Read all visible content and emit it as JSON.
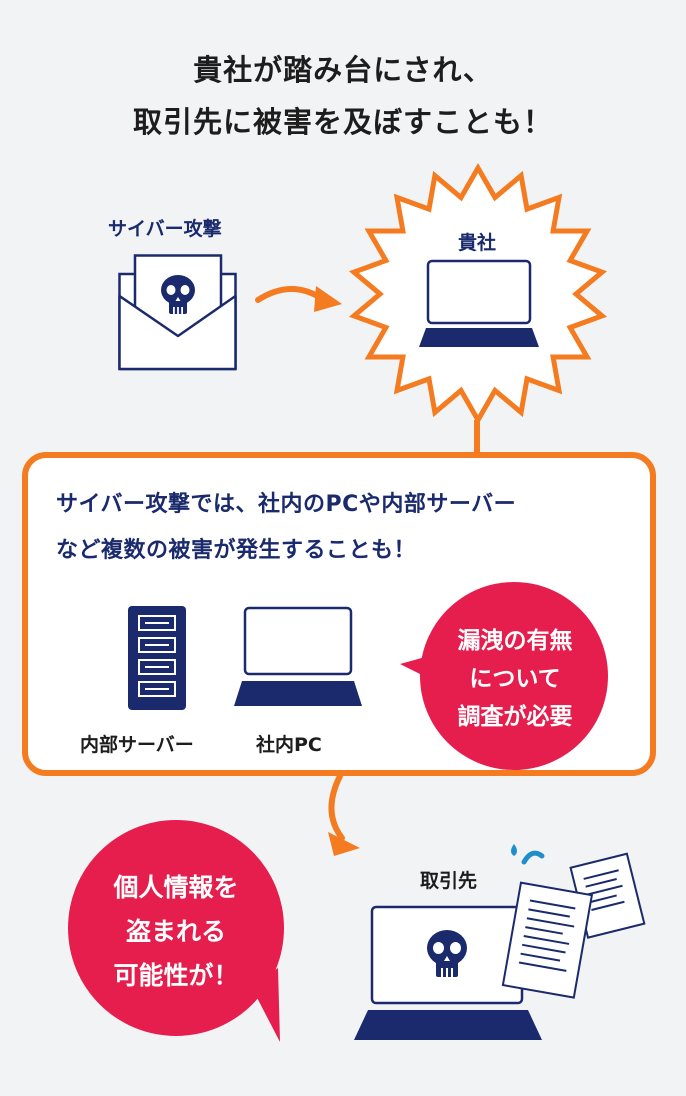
{
  "title": {
    "line1": "貴社が踏み台にされ、",
    "line2": "取引先に被害を及ぼすことも！"
  },
  "attack": {
    "label": "サイバー攻撃"
  },
  "company": {
    "label": "貴社"
  },
  "info_box": {
    "line1": "サイバー攻撃では、社内のPCや内部サーバー",
    "line2": "など複数の被害が発生することも！",
    "server_label": "内部サーバー",
    "pc_label": "社内PC"
  },
  "leak_bubble": {
    "line1": "漏洩の有無",
    "line2": "について",
    "line3": "調査が必要"
  },
  "partner": {
    "label": "取引先"
  },
  "theft_bubble": {
    "line1": "個人情報を",
    "line2": "盗まれる",
    "line3": "可能性が！"
  },
  "colors": {
    "orange": "#f47b20",
    "navy": "#1a2a6c",
    "red": "#e61e4d",
    "background": "#f2f3f4"
  }
}
